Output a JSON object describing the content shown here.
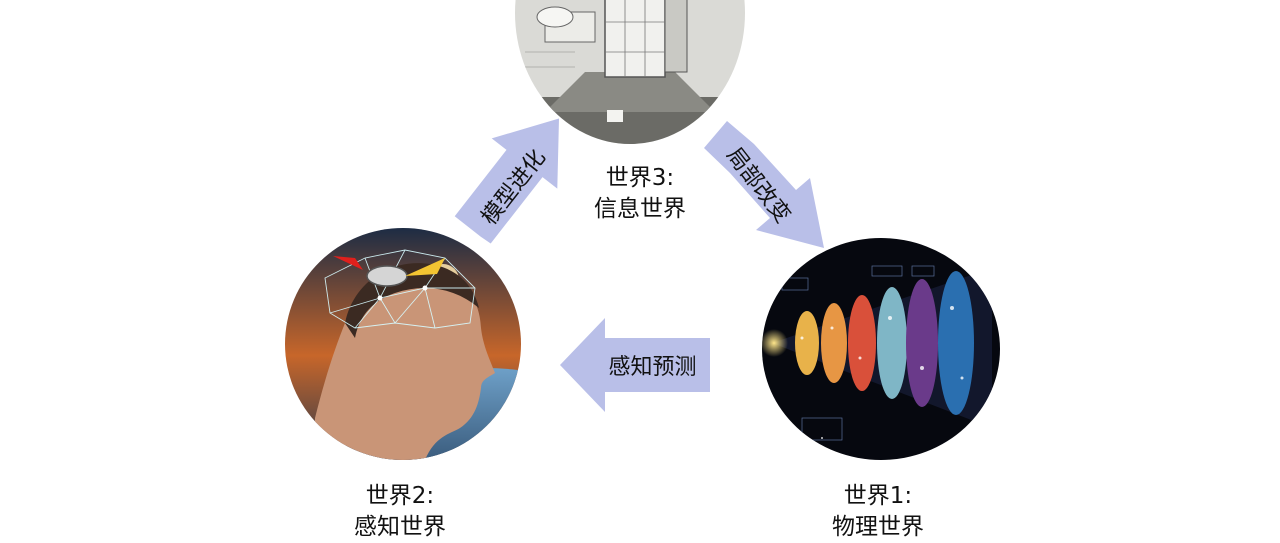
{
  "nodes": {
    "world3": {
      "title": "世界3:",
      "name": "信息世界"
    },
    "world2": {
      "title": "世界2:",
      "name": "感知世界"
    },
    "world1": {
      "title": "世界1:",
      "name": "物理世界"
    }
  },
  "arrows": {
    "evolve": {
      "label": "模型进化"
    },
    "change": {
      "label": "局部改变"
    },
    "perceive": {
      "label": "感知预测"
    }
  },
  "colors": {
    "arrow_fill": "#b9bfe8",
    "caption_text": "#111111"
  }
}
